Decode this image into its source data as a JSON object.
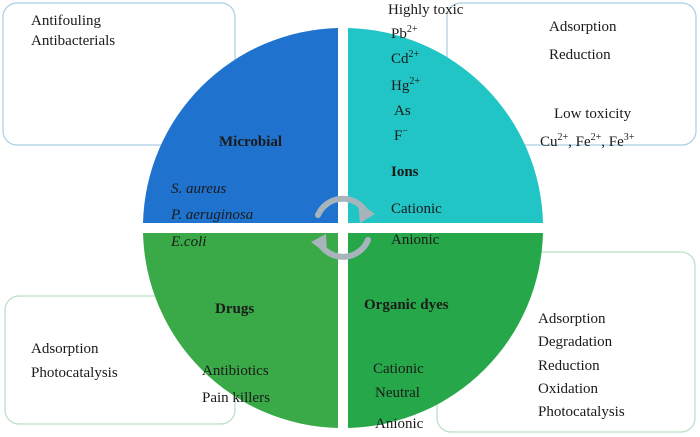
{
  "diagram": {
    "colors": {
      "microbial": "#1f73cf",
      "ions": "#21c5c5",
      "drugs": "#3aaa48",
      "organic_dyes": "#26a84a",
      "box_border": "#a9cfe0",
      "box_border_green": "#b9dfc2"
    },
    "quadrants": {
      "microbial": {
        "title": "Microbial",
        "items": [
          "S. aureus",
          "P. aeruginosa",
          "E.coli"
        ]
      },
      "ions": {
        "title": "Ions",
        "items": [
          "Cationic",
          "Anionic"
        ]
      },
      "drugs": {
        "title": "Drugs",
        "items": [
          "Antibiotics",
          "Pain killers"
        ]
      },
      "organic_dyes": {
        "title": "Organic dyes",
        "items": [
          "Cationic",
          "Neutral",
          "Anionic"
        ]
      }
    },
    "ion_list": {
      "heading": "Highly toxic",
      "items": [
        {
          "base": "Pb",
          "sup": "2+"
        },
        {
          "base": "Cd",
          "sup": "2+"
        },
        {
          "base": "Hg",
          "sup": "2+"
        },
        {
          "base": "As",
          "sup": ""
        },
        {
          "base": "F",
          "sup": "−"
        }
      ]
    },
    "boxes": {
      "top_left": [
        "Antifouling",
        "Antibacterials"
      ],
      "top_right": {
        "methods": [
          "Adsorption",
          "Reduction"
        ],
        "low_toxicity_label": "Low toxicity",
        "low_toxicity_ions": [
          {
            "base": "Cu",
            "sup": "2+"
          },
          {
            "base": "Fe",
            "sup": "2+"
          },
          {
            "base": "Fe",
            "sup": "3+"
          }
        ]
      },
      "bottom_left": [
        "Adsorption",
        "Photocatalysis"
      ],
      "bottom_right": [
        "Adsorption",
        "Degradation",
        "Reduction",
        "Oxidation",
        "Photocatalysis"
      ]
    }
  }
}
